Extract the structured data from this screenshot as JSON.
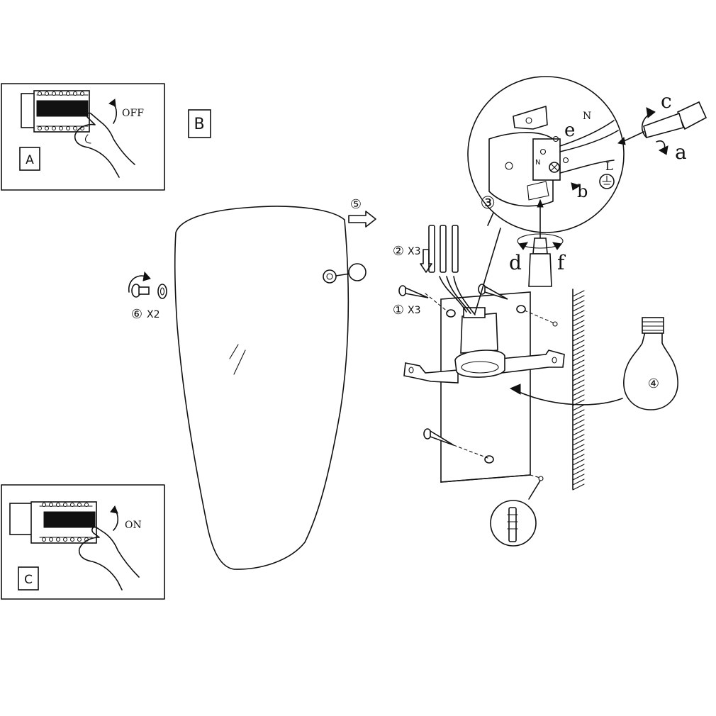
{
  "panels": {
    "a": {
      "label": "A",
      "switch_state": "OFF"
    },
    "b": {
      "label": "B"
    },
    "c": {
      "label": "C",
      "switch_state": "ON"
    }
  },
  "steps": {
    "s1": {
      "number": "①",
      "qty": "X3"
    },
    "s2": {
      "number": "②",
      "qty": "X3"
    },
    "s3": {
      "number": "③"
    },
    "s4": {
      "number": "④"
    },
    "s5": {
      "number": "⑤"
    },
    "s6": {
      "number": "⑥",
      "qty": "X2"
    }
  },
  "wiring": {
    "letters": {
      "a": "a",
      "b": "b",
      "c": "c",
      "d": "d",
      "e": "e",
      "f": "f"
    },
    "terminals": {
      "neutral": "N",
      "live": "L",
      "terminal_n": "N"
    }
  },
  "colors": {
    "line": "#111111",
    "background": "#ffffff"
  }
}
